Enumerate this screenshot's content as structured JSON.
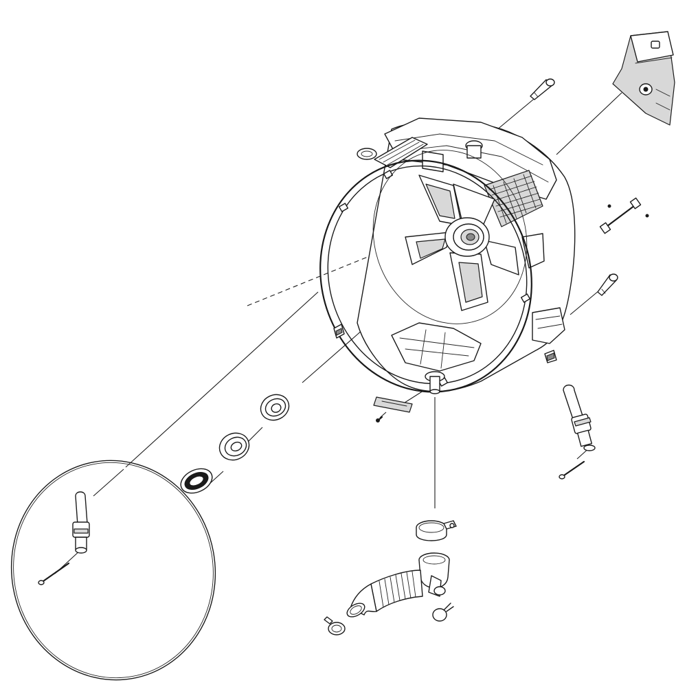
{
  "diagram": {
    "type": "exploded-parts-view",
    "line_color": "#1a1a1a",
    "background_color": "#ffffff",
    "shade_color": "#d8d8d8",
    "parts": [
      {
        "id": "outer-tub",
        "icon": "washer-tub-icon"
      },
      {
        "id": "tub-front-gasket-ring",
        "icon": "ring-icon"
      },
      {
        "id": "tub-seal",
        "icon": "seal-icon"
      },
      {
        "id": "bearing-front",
        "icon": "bearing-icon"
      },
      {
        "id": "bearing-rear",
        "icon": "bearing-icon"
      },
      {
        "id": "counterweight-bracket",
        "icon": "bracket-icon"
      },
      {
        "id": "tub-bolt-upper",
        "icon": "bolt-icon"
      },
      {
        "id": "tub-bolt-middle",
        "icon": "bolt-icon"
      },
      {
        "id": "tub-stud-right",
        "icon": "stud-icon"
      },
      {
        "id": "shock-absorber-right",
        "icon": "shock-absorber-icon"
      },
      {
        "id": "shock-absorber-left",
        "icon": "shock-absorber-icon"
      },
      {
        "id": "retaining-clip-left",
        "icon": "clip-icon"
      },
      {
        "id": "retaining-clip-right",
        "icon": "clip-icon"
      },
      {
        "id": "drain-clamp-upper",
        "icon": "hose-clamp-icon"
      },
      {
        "id": "drain-hose-assembly",
        "icon": "drain-hose-icon"
      },
      {
        "id": "drain-clamp-lower",
        "icon": "hose-clamp-icon"
      },
      {
        "id": "drain-clamp-small",
        "icon": "hose-clamp-icon"
      },
      {
        "id": "tub-mount-bracket",
        "icon": "mount-bracket-icon"
      }
    ]
  }
}
